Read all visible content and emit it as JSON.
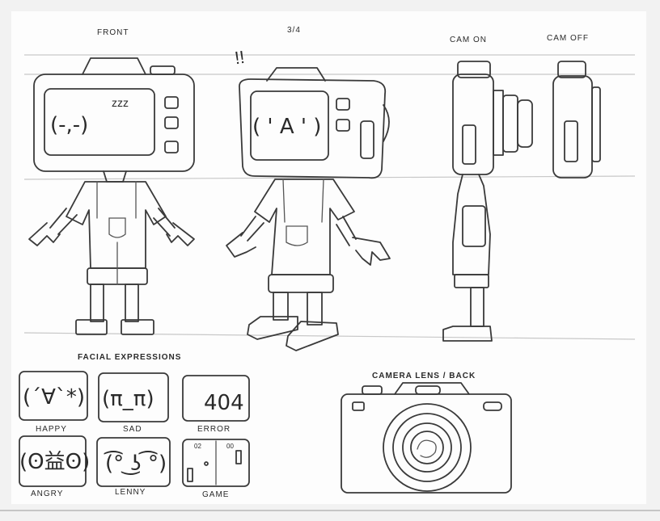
{
  "views": {
    "front": "FRONT",
    "three_quarter": "3/4",
    "cam_on": "CAM ON",
    "cam_off": "CAM OFF"
  },
  "front_face": "(-,-)",
  "front_zzz": "zzz",
  "tq_face": "( ' A ' )",
  "tq_exclaim": "!!",
  "expressions": {
    "title": "FACIAL EXPRESSIONS",
    "items": [
      {
        "face": "(´∀`*)",
        "label": "HAPPY"
      },
      {
        "face": "(π_π)",
        "label": "SAD"
      },
      {
        "face": "404",
        "label": "ERROR"
      },
      {
        "face": "(ʘ益ʘ)",
        "label": "ANGRY"
      },
      {
        "face": "(͡° ͜ʖ ͡°)",
        "label": "LENNY"
      },
      {
        "face": "",
        "label": "GAME",
        "score_left": "02",
        "score_right": "00"
      }
    ]
  },
  "camera_back_title": "CAMERA LENS / BACK"
}
